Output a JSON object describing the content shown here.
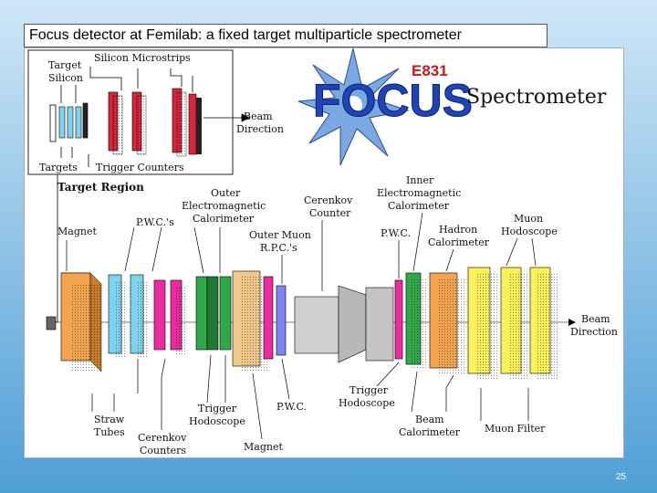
{
  "slide": {
    "title": "Focus detector at Femilab: a fixed target multiparticle spectrometer",
    "page_number": "25"
  },
  "logo": {
    "experiment": "E831",
    "name": "FOCUS",
    "subtitle": "Spectrometer"
  },
  "labels": {
    "target_silicon_1": "Target",
    "target_silicon_2": "Silicon",
    "silicon_microstrips": "Silicon Microstrips",
    "beam_direction_top_1": "Beam",
    "beam_direction_top_2": "Direction",
    "targets": "Targets",
    "trigger_counters": "Trigger Counters",
    "target_region": "Target Region",
    "outer_em_1": "Outer",
    "outer_em_2": "Electromagnetic",
    "outer_em_3": "Calorimeter",
    "cerenkov_top_1": "Cerenkov",
    "cerenkov_top_2": "Counter",
    "inner_em_1": "Inner",
    "inner_em_2": "Electromagnetic",
    "inner_em_3": "Calorimeter",
    "magnet_top": "Magnet",
    "pwcs": "P.W.C.'s",
    "outer_muon_1": "Outer Muon",
    "outer_muon_2": "R.P.C.'s",
    "pwc_right": "P.W.C.",
    "hadron_1": "Hadron",
    "hadron_2": "Calorimeter",
    "muon_hodo_1": "Muon",
    "muon_hodo_2": "Hodoscope",
    "beam_direction_right_1": "Beam",
    "beam_direction_right_2": "Direction",
    "trigger_hodo_right_1": "Trigger",
    "trigger_hodo_right_2": "Hodoscope",
    "straw_1": "Straw",
    "straw_2": "Tubes",
    "trigger_hodo_left_1": "Trigger",
    "trigger_hodo_left_2": "Hodoscope",
    "pwc_bottom": "P.W.C.",
    "cerenkov_bottom_1": "Cerenkov",
    "cerenkov_bottom_2": "Counters",
    "magnet_bottom": "Magnet",
    "beam_cal_1": "Beam",
    "beam_cal_2": "Calorimeter",
    "muon_filter": "Muon Filter"
  },
  "colors": {
    "orange": "#f3a64f",
    "cyan": "#7fd3ef",
    "magenta": "#ee2aa0",
    "green": "#2fa84a",
    "tan": "#f2c98d",
    "gray": "#b8b8b8",
    "yellow": "#fbf15a",
    "red": "#d8263b",
    "blue": "#7c86f2"
  }
}
